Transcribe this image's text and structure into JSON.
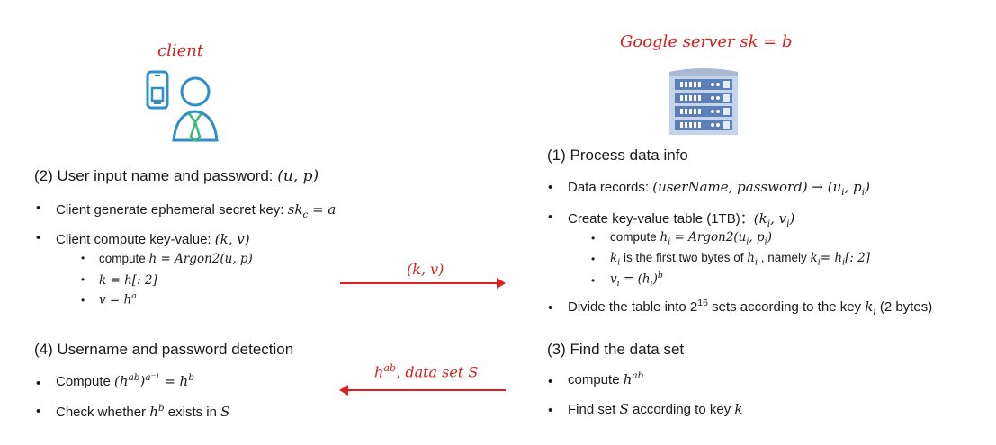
{
  "client": {
    "title": "client"
  },
  "server": {
    "title": "Google server sk = b"
  },
  "step2": {
    "heading_text": "(2) User input name and password: ",
    "heading_math": "(u, p)",
    "b1_text": "Client generate ephemeral secret key: ",
    "b1_math": "sk",
    "b1_sub": "c",
    "b1_math2": " = a",
    "b2_text": "Client compute key-value: ",
    "b2_math": "(k, v)",
    "s1_text": "compute ",
    "s1_math": "h = Argon2(u, p)",
    "s2_math": "k = h[: 2]",
    "s3_math": "v = h",
    "s3_sup": "a"
  },
  "step4": {
    "heading": "(4) Username and password detection",
    "b1_text": "Compute ",
    "b1_math_a": "(h",
    "b1_sup1": "ab",
    "b1_math_b": ")",
    "b1_sup2": "a⁻¹",
    "b1_math_c": " = h",
    "b1_sup3": "b",
    "b2_text": "Check whether ",
    "b2_math": "h",
    "b2_sup": "b",
    "b2_text2": " exists in ",
    "b2_math2": "S"
  },
  "step1": {
    "heading": "(1) Process data info",
    "b1_text": "Data records: ",
    "b1_math": "(userName, password) → (u",
    "b1_sub1": "i",
    "b1_math2": ", p",
    "b1_sub2": "i",
    "b1_math3": ")",
    "b2_text": "Create key-value table (1TB)：",
    "b2_math": "(k",
    "b2_sub1": "i",
    "b2_math2": ", v",
    "b2_sub2": "i",
    "b2_math3": ")",
    "s1_text": "compute ",
    "s1_math": "h",
    "s1_sub": "i",
    "s1_math2": " = Argon2(u",
    "s1_sub2": "i",
    "s1_math3": ", p",
    "s1_sub3": "i",
    "s1_math4": ")",
    "s2_math": "k",
    "s2_sub": "i",
    "s2_text": " is the first two bytes of ",
    "s2_math2": "h",
    "s2_sub2": "i",
    "s2_text2": " ,  namely  ",
    "s2_math3": "k",
    "s2_sub3": "i",
    "s2_math4": "= h",
    "s2_sub4": "i",
    "s2_math5": "[: 2]",
    "s3_math": "v",
    "s3_sub": "i",
    "s3_math2": " = (h",
    "s3_sub2": "i",
    "s3_math3": ")",
    "s3_sup": "b",
    "b3_text": "Divide the table into 2",
    "b3_sup": "16",
    "b3_text2": " sets according to the key ",
    "b3_math": "k",
    "b3_sub": "i",
    "b3_text3": " (2 bytes)"
  },
  "step3": {
    "heading": "(3) Find the data set",
    "b1_text": "compute ",
    "b1_math": "h",
    "b1_sup": "ab",
    "b2_text": "Find set ",
    "b2_math": "S",
    "b2_text2": " according to key ",
    "b2_math2": "k"
  },
  "arrows": {
    "top_label": "(k, v)",
    "bottom_label_math": "h",
    "bottom_label_sup": "ab",
    "bottom_label_rest": ", data set S"
  },
  "bullet": "•",
  "colors": {
    "accent_red": "#d42020",
    "icon_blue": "#2e8fc9",
    "server_blue": "#5b7fb8"
  }
}
